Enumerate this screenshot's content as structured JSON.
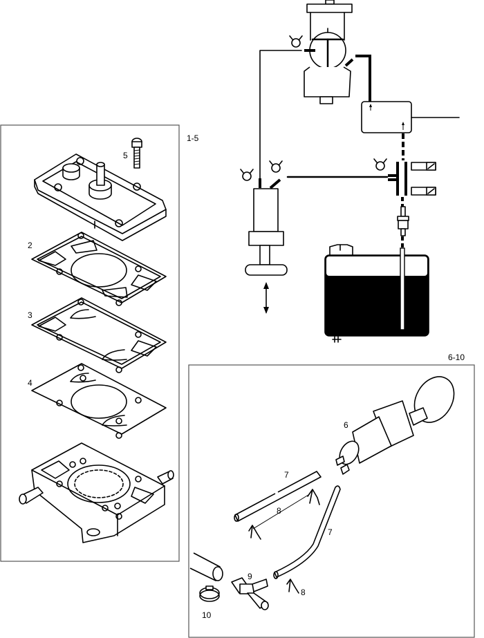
{
  "diagram": {
    "type": "exploded parts diagram with fuel system schematic",
    "panels": [
      {
        "id": "left",
        "caption": "1-5",
        "callouts": [
          {
            "number": "5",
            "part": "screw"
          },
          {
            "number": "2",
            "part": "gasket"
          },
          {
            "number": "3",
            "part": "valve gasket"
          },
          {
            "number": "4",
            "part": "diaphragm"
          }
        ]
      },
      {
        "id": "right",
        "caption": "6-10",
        "callouts": [
          {
            "number": "6",
            "part": "primer pump"
          },
          {
            "number": "7",
            "part": "fuel hose (straight)"
          },
          {
            "number": "8",
            "part": "hose clip (pair)"
          },
          {
            "number": "7",
            "part": "fuel hose (bent)"
          },
          {
            "number": "9",
            "part": "T-connector"
          },
          {
            "number": "8",
            "part": "hose clip"
          },
          {
            "number": "10",
            "part": "hose clamp"
          }
        ]
      }
    ],
    "schematic": {
      "components": [
        "carburetor",
        "heater unit",
        "primer pump",
        "shut-off valves",
        "fuel filter",
        "fuel tank"
      ],
      "flow_arrow": "up-down"
    }
  }
}
